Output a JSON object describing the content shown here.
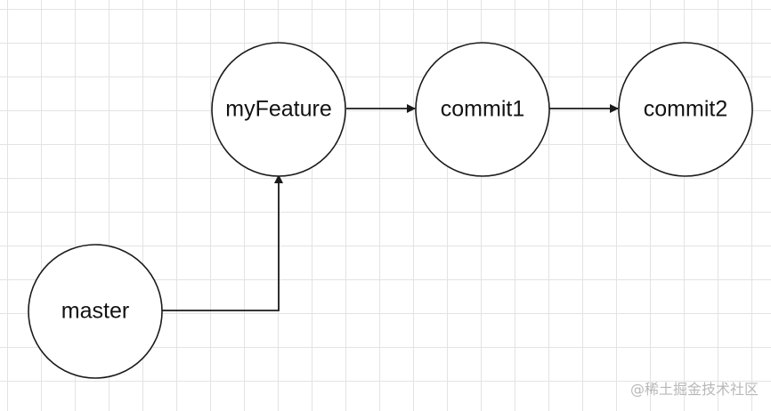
{
  "diagram": {
    "nodes": [
      {
        "id": "myFeature",
        "label": "myFeature"
      },
      {
        "id": "commit1",
        "label": "commit1"
      },
      {
        "id": "commit2",
        "label": "commit2"
      },
      {
        "id": "master",
        "label": "master"
      }
    ],
    "edges": [
      {
        "from": "master",
        "to": "myFeature"
      },
      {
        "from": "myFeature",
        "to": "commit1"
      },
      {
        "from": "commit1",
        "to": "commit2"
      }
    ]
  },
  "watermark": "@稀土掘金技术社区"
}
